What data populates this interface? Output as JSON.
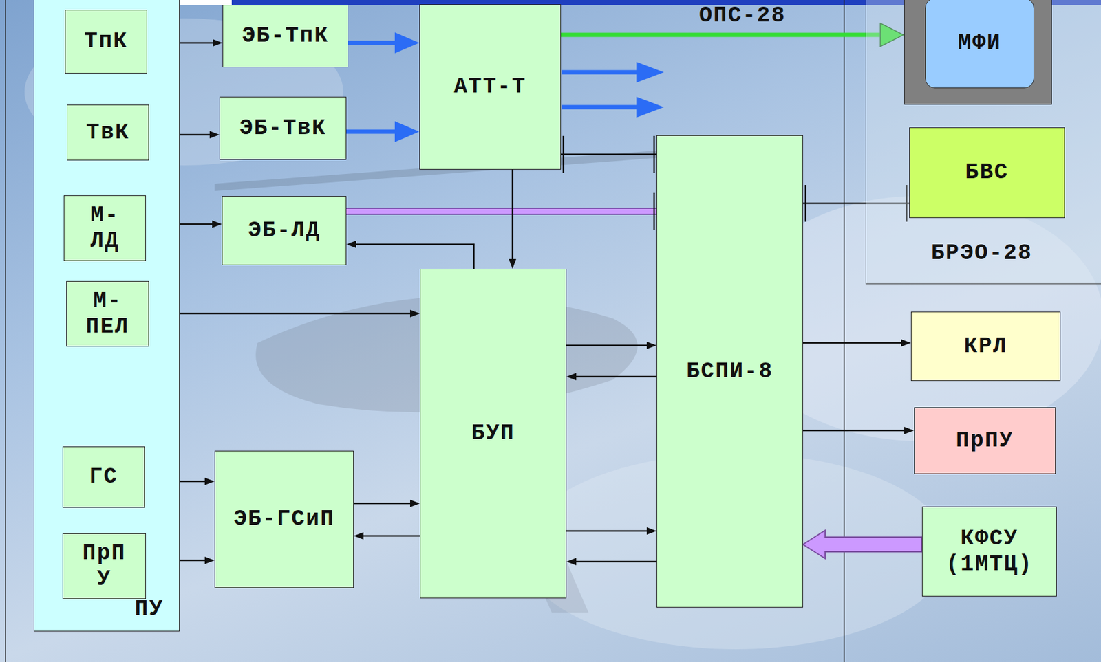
{
  "diagram": {
    "nodes": [
      {
        "text": [
          "ПУ"
        ]
      },
      {
        "text": [
          "ТпК"
        ],
        "in": 0
      },
      {
        "text": [
          "ЭБ-ТпК"
        ]
      },
      {
        "text": [
          "АТТ-Т"
        ]
      },
      {
        "text": [
          "БРЭО-28"
        ]
      },
      {
        "text": [
          "МФИ"
        ],
        "in": 4
      },
      {
        "text": [
          "ТвК"
        ],
        "in": 0
      },
      {
        "text": [
          "ЭБ-ТвК"
        ]
      },
      {
        "text": [
          "БСПИ-8"
        ]
      },
      {
        "text": [
          "БВС"
        ],
        "in": 4
      },
      {
        "text": [
          "М- ЛД"
        ],
        "in": 0
      },
      {
        "text": [
          "ЭБ-ЛД"
        ]
      },
      {
        "text": [
          "М- ПЕЛ"
        ],
        "in": 0
      },
      {
        "text": [
          "БУП"
        ]
      },
      {
        "text": [
          "КРЛ"
        ]
      },
      {
        "text": [
          "ПрПУ"
        ]
      },
      {
        "text": [
          "ГС"
        ],
        "in": 0
      },
      {
        "text": [
          "ЭБ-ГСиП"
        ]
      },
      {
        "text": [
          "ПрП У"
        ],
        "in": 0
      },
      {
        "text": [
          "КФСУ (1МТЦ)"
        ]
      }
    ],
    "edges": [
      {
        "from": 1,
        "to": 2,
        "arrow": "both"
      },
      {
        "from": 2,
        "to": 3,
        "arrow": "to"
      },
      {
        "from": 3,
        "to": 5,
        "arrow": "to"
      },
      {
        "from": 6,
        "to": 7,
        "arrow": "both"
      },
      {
        "from": 7,
        "to": 3,
        "arrow": "to"
      },
      {
        "from": 3,
        "to": 8,
        "arrow": "none"
      },
      {
        "from": 8,
        "to": 9,
        "arrow": "none"
      },
      {
        "from": 10,
        "to": 11,
        "arrow": "both"
      },
      {
        "from": 11,
        "to": 8,
        "arrow": "none"
      },
      {
        "from": 3,
        "to": 13,
        "arrow": "to"
      },
      {
        "from": 13,
        "to": 11,
        "arrow": "to"
      },
      {
        "from": 12,
        "to": 13,
        "arrow": "both"
      },
      {
        "from": 13,
        "to": 8,
        "arrow": "to"
      },
      {
        "from": 8,
        "to": 13,
        "arrow": "to"
      },
      {
        "from": 8,
        "to": 14,
        "arrow": "to"
      },
      {
        "from": 8,
        "to": 15,
        "arrow": "to"
      },
      {
        "from": 16,
        "to": 17,
        "arrow": "both"
      },
      {
        "from": 18,
        "to": 17,
        "arrow": "both"
      },
      {
        "from": 17,
        "to": 13,
        "arrow": "to"
      },
      {
        "from": 13,
        "to": 17,
        "arrow": "to"
      },
      {
        "from": 13,
        "to": 8,
        "arrow": "to"
      },
      {
        "from": 8,
        "to": 13,
        "arrow": "to"
      },
      {
        "from": 19,
        "to": 8,
        "arrow": "to"
      }
    ],
    "labels": [
      "ОПС-28"
    ]
  }
}
